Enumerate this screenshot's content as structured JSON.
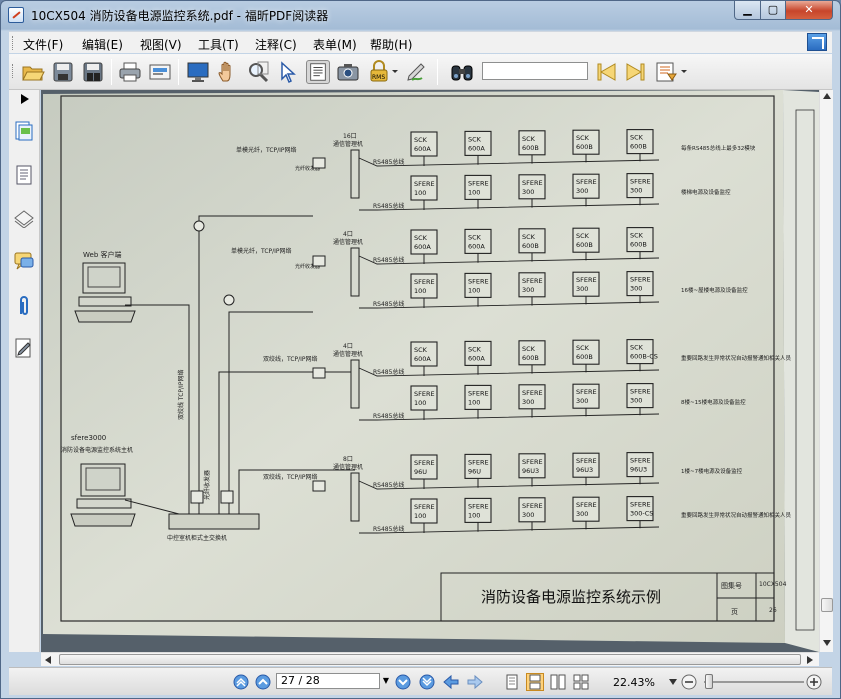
{
  "window": {
    "title": "10CX504 消防设备电源监控系统.pdf - 福昕PDF阅读器"
  },
  "menu": [
    "文件(F)",
    "编辑(E)",
    "视图(V)",
    "工具(T)",
    "注释(C)",
    "表单(M)",
    "帮助(H)"
  ],
  "toolbar": {
    "icons": [
      "open-icon",
      "save-icon",
      "save-as-icon",
      "print-icon",
      "scan-icon",
      "display-icon",
      "hand-icon",
      "zoom-icon",
      "select-icon",
      "text-select-icon",
      "snapshot-icon",
      "rms-icon",
      "sign-icon",
      "find-icon",
      "find-prev-icon",
      "find-next-icon",
      "search-options-icon"
    ],
    "rms_label": "RMS",
    "search_value": ""
  },
  "sidebar": {
    "icons": [
      "pages-icon",
      "bookmarks-icon",
      "layers-icon",
      "comments-icon",
      "attachments-icon",
      "signatures-icon"
    ]
  },
  "status": {
    "page": "27 / 28",
    "zoom": "22.43%"
  },
  "diagram": {
    "client": "Web 客户端",
    "host": [
      "sfere3000",
      "消防设备电源监控系统主机"
    ],
    "core": "中控室机柜式主交换机",
    "branch_fibre": "单模光纤，TCP/IP网络",
    "branch_twisted": "双绞线，TCP/IP网络",
    "fibre_rx": "光纤收发器",
    "fibre_rx_v": "光纤收发器",
    "twisted_v": "双绞线 TCP/IP网络",
    "groups": [
      {
        "mgr": [
          "16口",
          "通信管理机"
        ],
        "rows": [
          [
            "SCK 600A",
            "SCK 600A",
            "SCK 600B",
            "SCK 600B",
            "SCK 600B"
          ],
          [
            "SFERE 100",
            "SFERE 100",
            "SFERE 300",
            "SFERE 300",
            "SFERE 300"
          ]
        ],
        "notes": [
          "每条RS485总线上最多32模块",
          "楼梯电源及设备监控"
        ]
      },
      {
        "mgr": [
          "4口",
          "通信管理机"
        ],
        "rows": [
          [
            "SCK 600A",
            "SCK 600A",
            "SCK 600B",
            "SCK 600B",
            "SCK 600B"
          ],
          [
            "SFERE 100",
            "SFERE 100",
            "SFERE 300",
            "SFERE 300",
            "SFERE 300"
          ]
        ],
        "notes": [
          "",
          "16楼~屋楼电源及设备监控"
        ]
      },
      {
        "mgr": [
          "4口",
          "通信管理机"
        ],
        "rows": [
          [
            "SCK 600A",
            "SCK 600A",
            "SCK 600B",
            "SCK 600B",
            "SCK 600B-CS"
          ],
          [
            "SFERE 100",
            "SFERE 100",
            "SFERE 300",
            "SFERE 300",
            "SFERE 300"
          ]
        ],
        "notes": [
          "重要回路发生异常状况自动报警通知相关人员",
          "8楼~15楼电源及设备监控"
        ]
      },
      {
        "mgr": [
          "8口",
          "通信管理机"
        ],
        "rows": [
          [
            "SFERE 96U",
            "SFERE 96U",
            "SFERE 96U3",
            "SFERE 96U3",
            "SFERE 96U3"
          ],
          [
            "SFERE 100",
            "SFERE 100",
            "SFERE 300",
            "SFERE 300",
            "SFERE 300-CS"
          ]
        ],
        "notes": [
          "1楼~7楼电源及设备监控",
          "重要回路发生异常状况自动报警通知相关人员"
        ]
      }
    ],
    "rs485": "RS485总线",
    "title_block": {
      "title": "消防设备电源监控系统示例",
      "atlas_label": "图集号",
      "atlas_no": "10CX504",
      "page_label": "页",
      "page_no": "26"
    }
  }
}
